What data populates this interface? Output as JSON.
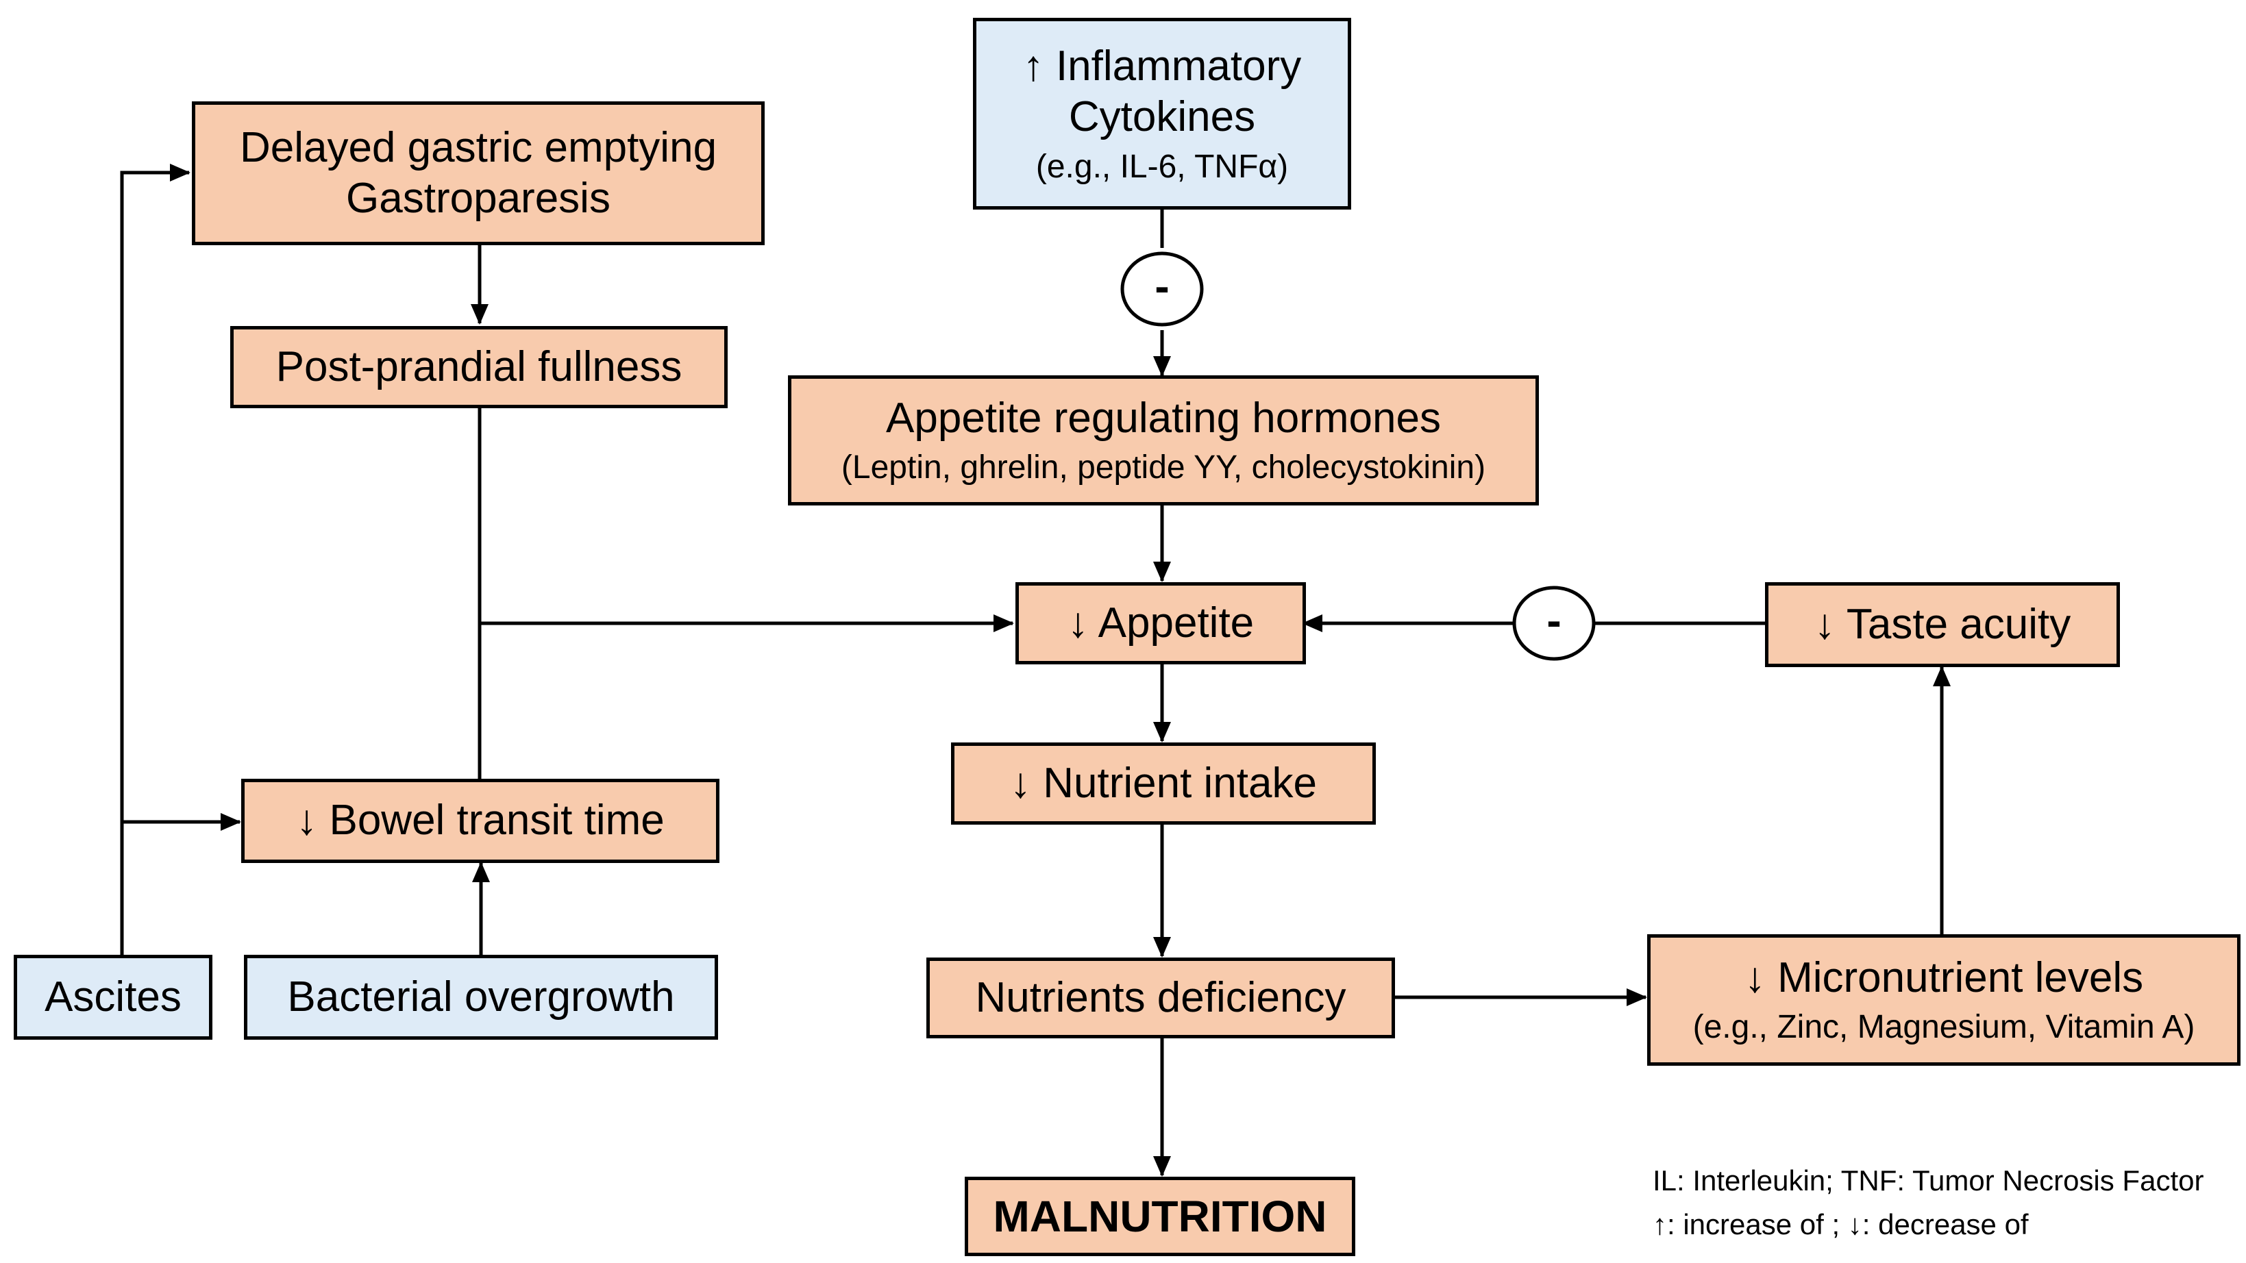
{
  "colors": {
    "cause_fill": "#f8cbad",
    "trigger_fill": "#deebf7",
    "stroke": "#000000"
  },
  "nodes": {
    "inflammatory_cytokines": {
      "line1": "↑ Inflammatory",
      "line2": "Cytokines",
      "sub": "(e.g., IL-6, TNFα)"
    },
    "delayed_gastric_emptying": {
      "line1": "Delayed gastric emptying",
      "line2": "Gastroparesis"
    },
    "postprandial_fullness": {
      "label": "Post-prandial fullness"
    },
    "appetite_hormones": {
      "label": "Appetite regulating hormones",
      "sub": "(Leptin, ghrelin, peptide YY, cholecystokinin)"
    },
    "appetite": {
      "label": "↓ Appetite"
    },
    "taste_acuity": {
      "label": "↓ Taste acuity"
    },
    "nutrient_intake": {
      "label": "↓ Nutrient intake"
    },
    "bowel_transit_time": {
      "label": "↓ Bowel transit time"
    },
    "ascites": {
      "label": "Ascites"
    },
    "bacterial_overgrowth": {
      "label": "Bacterial overgrowth"
    },
    "nutrients_deficiency": {
      "label": "Nutrients deficiency"
    },
    "micronutrient_levels": {
      "label": "↓ Micronutrient levels",
      "sub": "(e.g., Zinc, Magnesium, Vitamin A)"
    },
    "malnutrition": {
      "label": "MALNUTRITION"
    }
  },
  "inhibition_symbol": "-",
  "legend": {
    "line1": "IL: Interleukin; TNF: Tumor Necrosis Factor",
    "line2": "↑: increase of ; ↓: decrease of"
  }
}
